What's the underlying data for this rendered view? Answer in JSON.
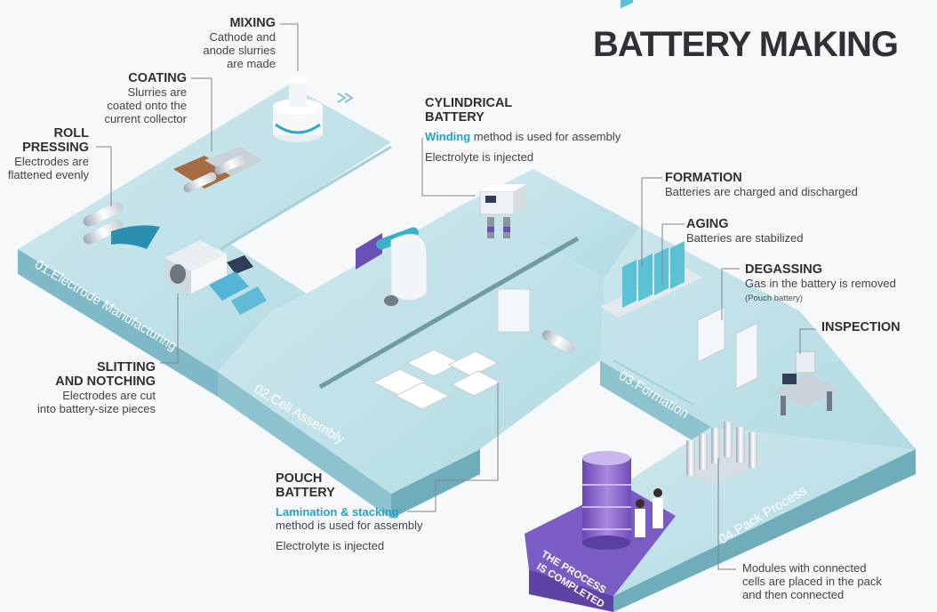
{
  "title": "BATTERY MAKING",
  "colors": {
    "platform_top": "#bfe1e8",
    "platform_side": "#8cc3cf",
    "platform_side_dark": "#6fadbb",
    "completed": "#7b5cc4",
    "accent": "#22a4c6"
  },
  "stages": [
    {
      "label": "01.Electrode Manufacturing"
    },
    {
      "label": "02.Cell Assembly"
    },
    {
      "label": "03.Formation"
    },
    {
      "label": "04.Pack Process"
    }
  ],
  "completed": {
    "line1": "THE PROCESS",
    "line2": "IS COMPLETED"
  },
  "callouts": {
    "mixing": {
      "title": "MIXING",
      "lines": [
        "Cathode and",
        "anode slurries",
        "are made"
      ]
    },
    "coating": {
      "title": "COATING",
      "lines": [
        "Slurries are",
        "coated onto the",
        "current collector"
      ]
    },
    "roll": {
      "title_lines": [
        "ROLL",
        "PRESSING"
      ],
      "lines": [
        "Electrodes are",
        "flattened evenly"
      ]
    },
    "slitting": {
      "title_lines": [
        "SLITTING",
        "AND NOTCHING"
      ],
      "lines": [
        "Electrodes are cut",
        "into battery-size pieces"
      ]
    },
    "cylindrical": {
      "title_lines": [
        "CYLINDRICAL",
        "BATTERY"
      ],
      "accent": "Winding",
      "line": " method is used for assembly",
      "line2": "Electrolyte is injected"
    },
    "pouch": {
      "title_lines": [
        "POUCH",
        "BATTERY"
      ],
      "accent": "Lamination & stacking",
      "line": "method is used for assembly",
      "line2": "Electrolyte is injected"
    },
    "formation": {
      "title": "FORMATION",
      "line": "Batteries are charged and discharged"
    },
    "aging": {
      "title": "AGING",
      "line": "Batteries are stabilized"
    },
    "degassing": {
      "title": "DEGASSING",
      "line": "Gas in the battery is removed",
      "note": "(Pouch battery)"
    },
    "inspection": {
      "title": "INSPECTION"
    },
    "pack": {
      "lines": [
        "Modules with connected",
        "cells are placed in the pack",
        "and then connected"
      ]
    }
  }
}
